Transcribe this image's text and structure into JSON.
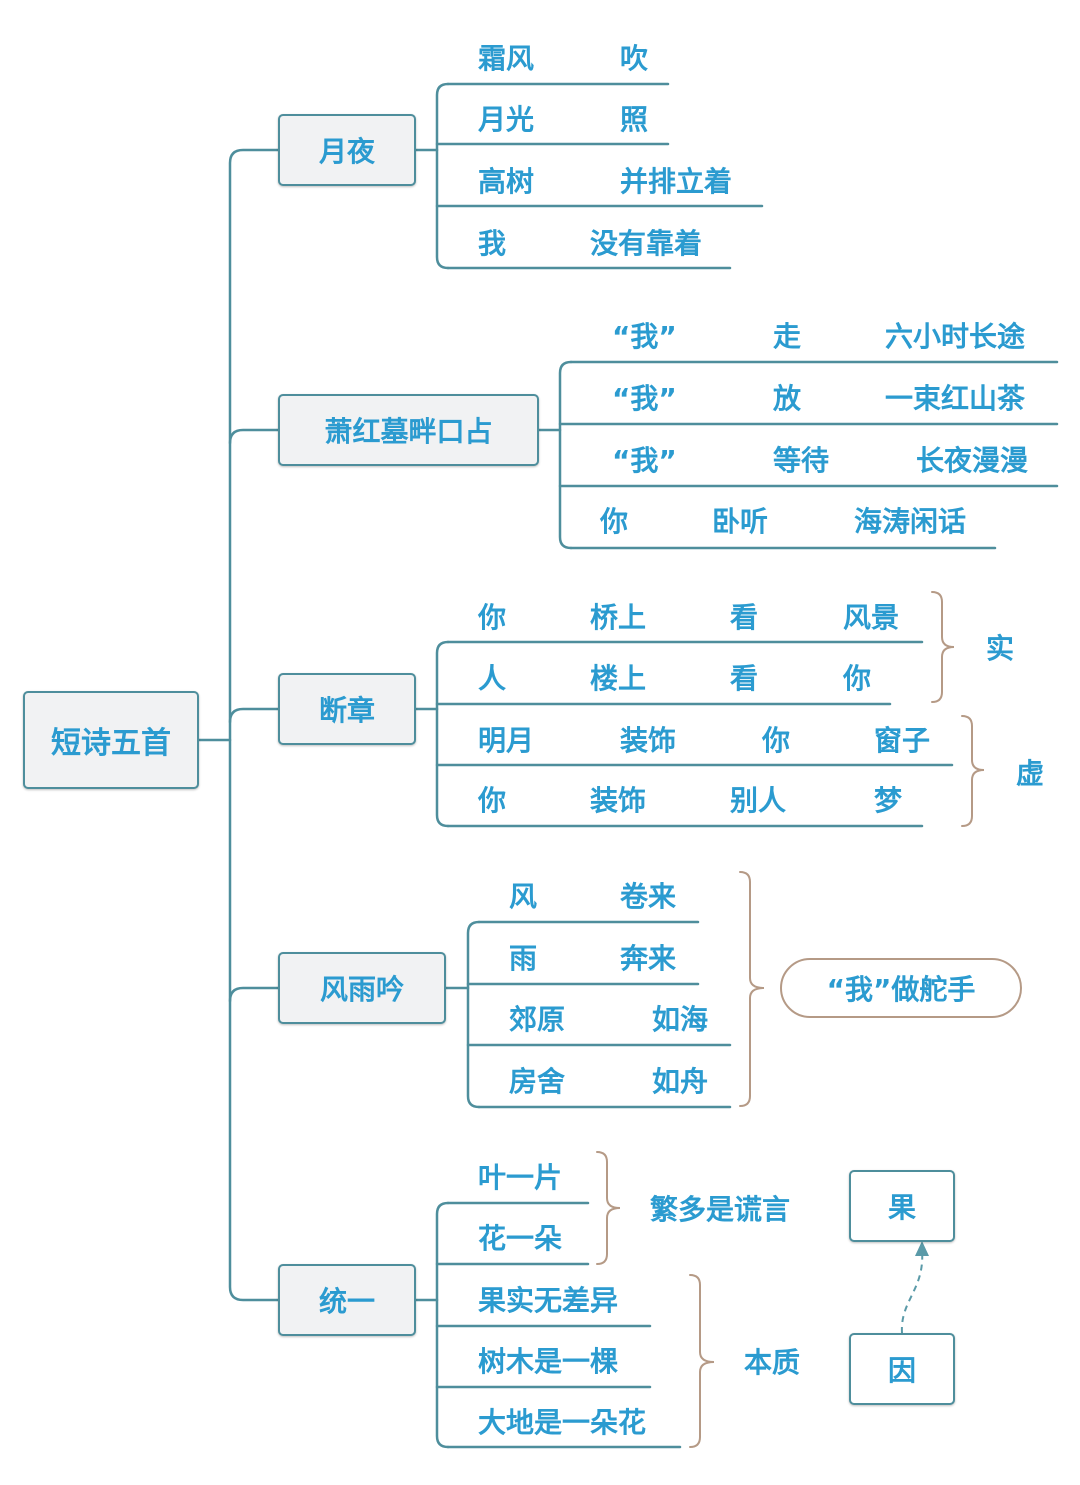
{
  "colors": {
    "line": "#4e8e9c",
    "brace": "#b59a86",
    "text": "#2b9bd0",
    "box_fill": "#f1f2f3",
    "arrow": "#5a9aa8"
  },
  "root": "短诗五首",
  "branches": {
    "yueye": {
      "title": "月夜",
      "rows": [
        [
          "霜风",
          "吹"
        ],
        [
          "月光",
          "照"
        ],
        [
          "高树",
          "并排立着"
        ],
        [
          "我",
          "没有靠着"
        ]
      ]
    },
    "xiaohong": {
      "title": "萧红墓畔口占",
      "rows": [
        [
          "“我”",
          "走",
          "六小时长途"
        ],
        [
          "“我”",
          "放",
          "一束红山茶"
        ],
        [
          "“我”",
          "等待",
          "长夜漫漫"
        ],
        [
          "你",
          "卧听",
          "海涛闲话"
        ]
      ]
    },
    "duanzhang": {
      "title": "断章",
      "rows": [
        [
          "你",
          "桥上",
          "看",
          "风景"
        ],
        [
          "人",
          "楼上",
          "看",
          "你"
        ],
        [
          "明月",
          "装饰",
          "你",
          "窗子"
        ],
        [
          "你",
          "装饰",
          "别人",
          "梦"
        ]
      ],
      "real_label": "实",
      "virtual_label": "虚"
    },
    "fengyuyin": {
      "title": "风雨吟",
      "rows": [
        [
          "风",
          "卷来"
        ],
        [
          "雨",
          "奔来"
        ],
        [
          "郊原",
          "如海"
        ],
        [
          "房舍",
          "如舟"
        ]
      ],
      "summary": "“我”做舵手"
    },
    "tongyi": {
      "title": "统一",
      "rows": [
        "叶一片",
        "花一朵",
        "果实无差异",
        "树木是一棵",
        "大地是一朵花"
      ],
      "label_lies": "繁多是谎言",
      "label_essence": "本质",
      "effect": "果",
      "cause": "因"
    }
  }
}
